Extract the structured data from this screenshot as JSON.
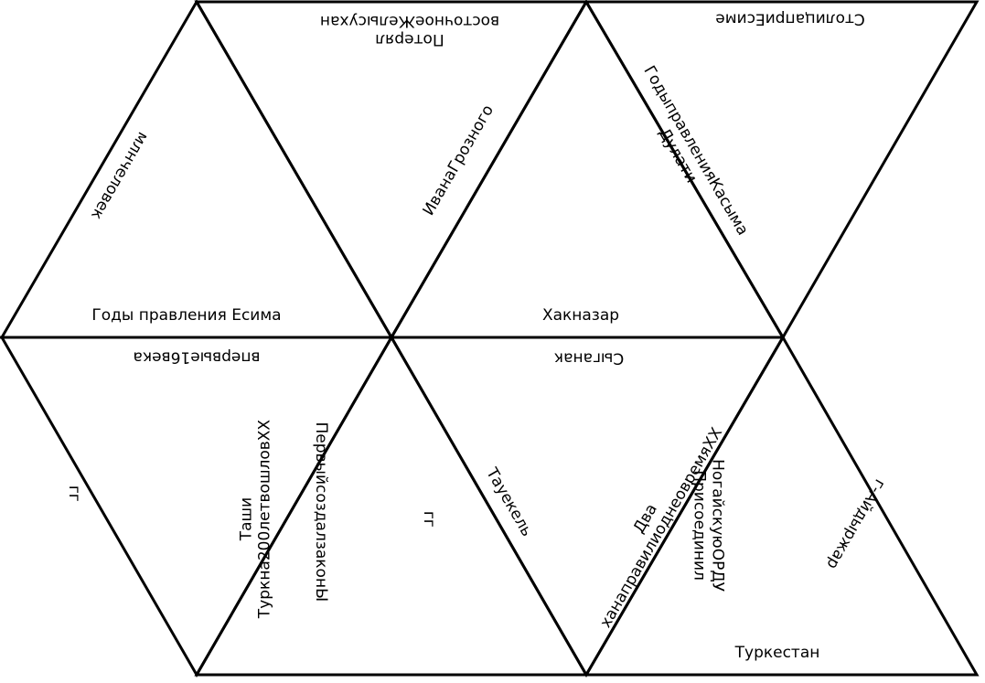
{
  "texts": {
    "mln_chelovek": "млнчеловек",
    "gody_esima": "Годы правления Есима",
    "poteryal": "Потерял\nвосточноеЖелысухан",
    "ivana_groznogo": "ИванаГрозного",
    "khaknazar": "Хакназар",
    "gody_kasyma": "ГодыправленияКасыма\nДулати",
    "stolitsa_esime": "СтолицаприЕсиме",
    "vpervye_16veka": "впервые16века",
    "gg_left": "гг",
    "tashi": "Таши\nТуркна200летвошловXX",
    "pervye_zakony": "ПервыйсоздалзаконЫ",
    "gg_mid": "гг",
    "tauekel": "Тауекель",
    "syganak": "Сыганак",
    "dva_khana": "Два\nханаправилиоднеовремяXX",
    "nogai": "НогайскуюОРДУ\nПрисоединил",
    "g_aydyrzhar": "г-Айдыржар",
    "turkestan": "Туркестан"
  }
}
